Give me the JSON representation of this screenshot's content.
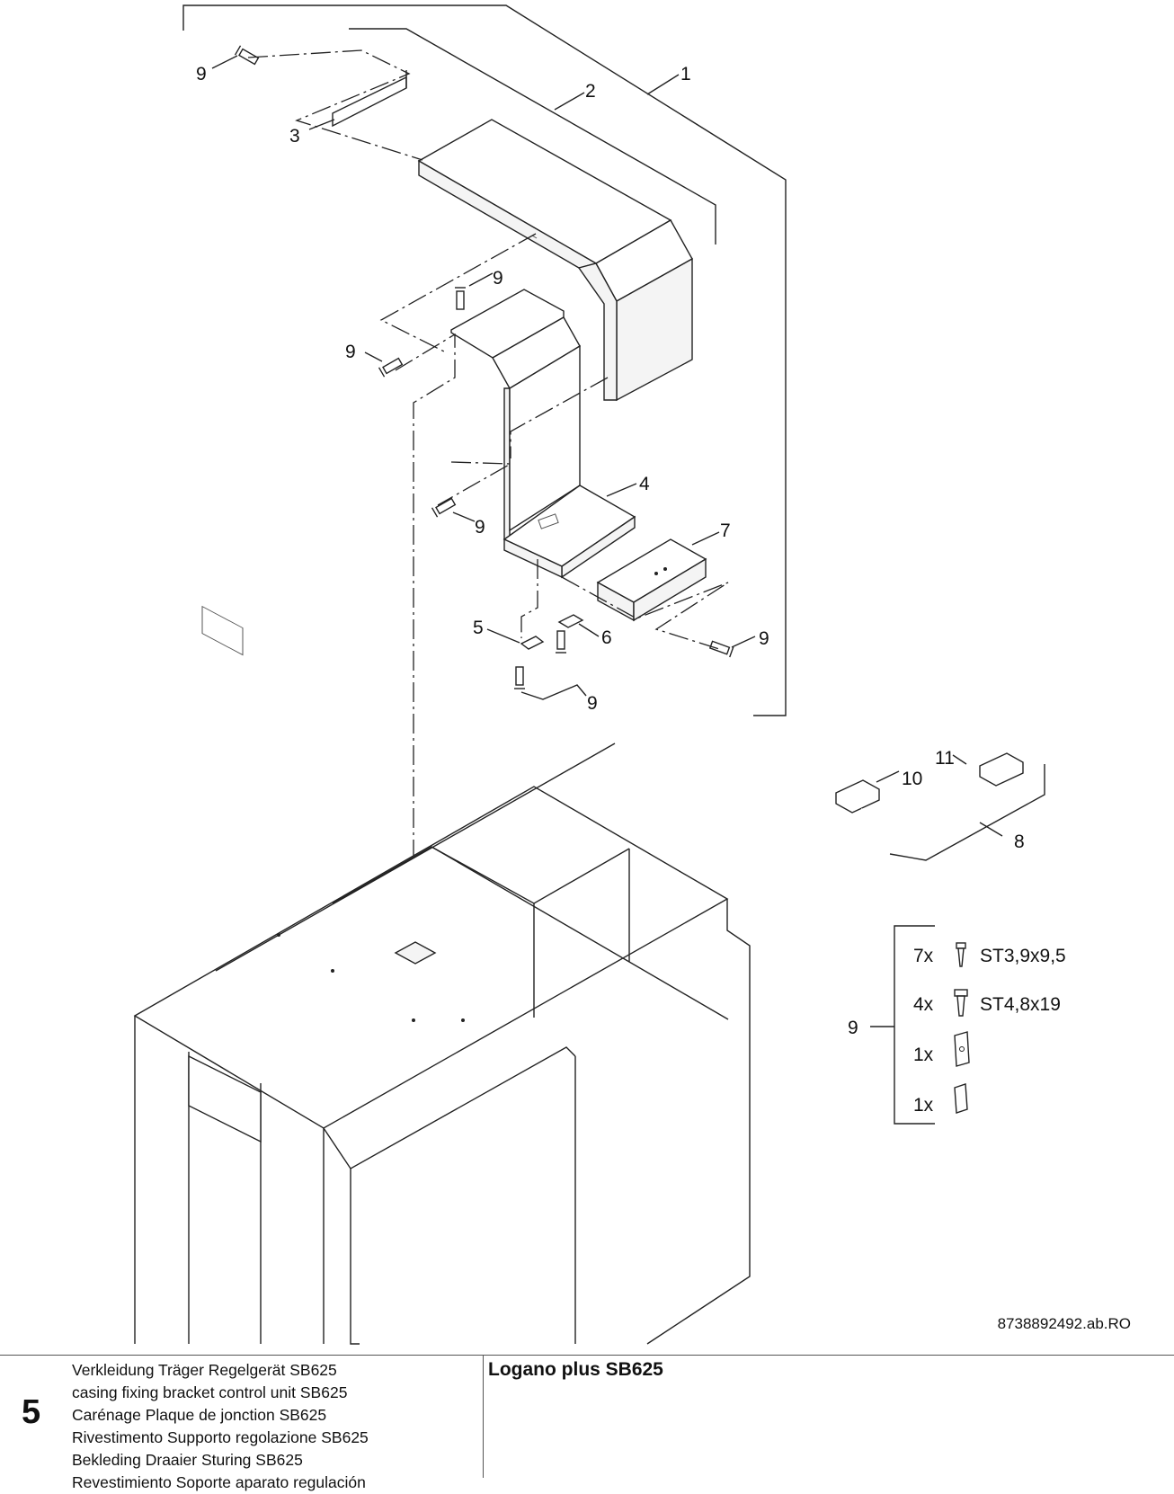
{
  "drawing": {
    "callouts": {
      "c1": "1",
      "c2": "2",
      "c3": "3",
      "c4": "4",
      "c5": "5",
      "c6": "6",
      "c7": "7",
      "c8": "8",
      "c9": "9",
      "c10": "10",
      "c11": "11"
    },
    "kit": {
      "label": "9",
      "items": [
        {
          "qty": "7x",
          "spec": "ST3,9x9,5",
          "icon": "screw-icon"
        },
        {
          "qty": "4x",
          "spec": "ST4,8x19",
          "icon": "screw-icon"
        },
        {
          "qty": "1x",
          "spec": "",
          "icon": "clip-icon"
        },
        {
          "qty": "1x",
          "spec": "",
          "icon": "clamp-icon"
        }
      ]
    },
    "document_number": "8738892492.ab.RO"
  },
  "footer": {
    "section_number": "5",
    "titles": [
      "Verkleidung Träger Regelgerät SB625",
      "casing fixing bracket control unit SB625",
      "Carénage Plaque de jonction SB625",
      "Rivestimento Supporto regolazione SB625",
      "Bekleding Draaier Sturing SB625",
      "Revestimiento Soporte aparato regulación"
    ],
    "product": "Logano plus SB625"
  }
}
